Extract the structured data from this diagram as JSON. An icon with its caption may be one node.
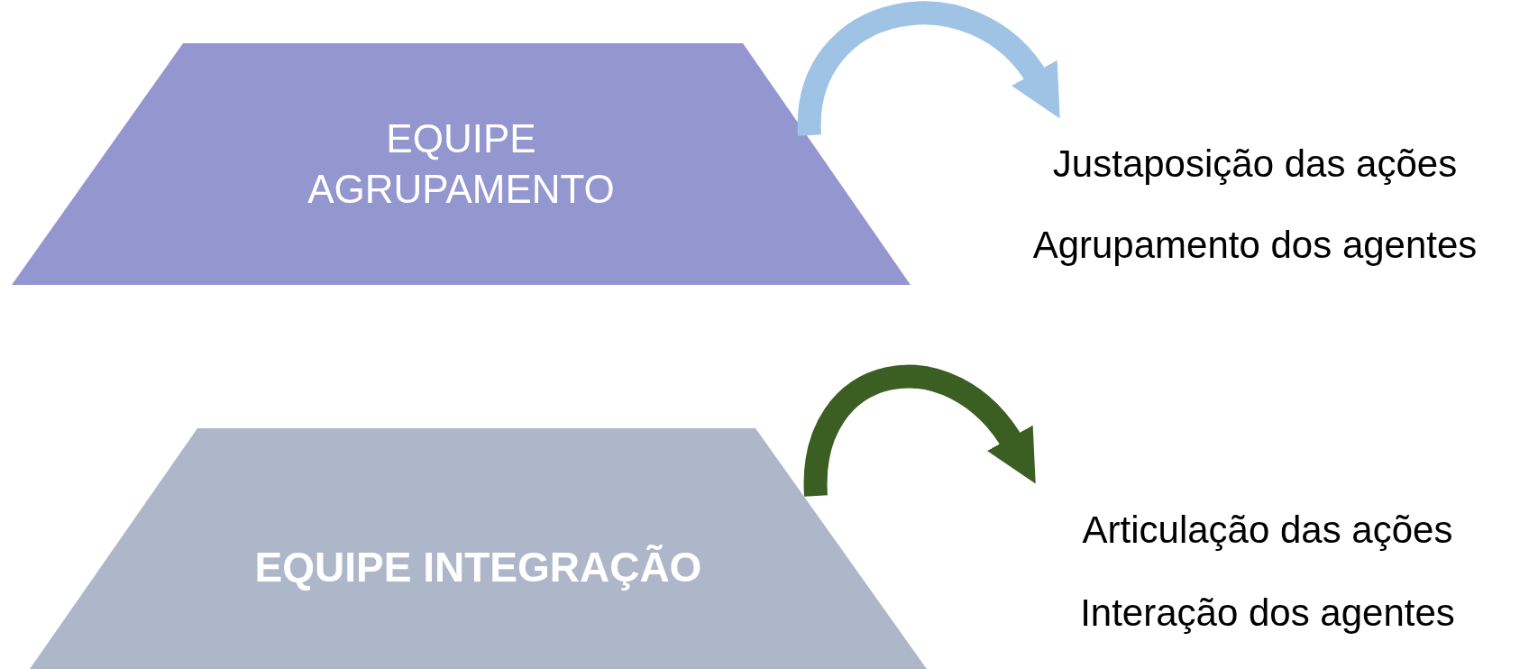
{
  "diagram": {
    "nodes": [
      {
        "text": [
          "EQUIPE AGRUPAMENTO"
        ]
      },
      {
        "text": [
          "Justaposição das ações",
          "Agrupamento dos agentes"
        ]
      },
      {
        "text": [
          "EQUIPE INTEGRAÇÃO"
        ]
      },
      {
        "text": [
          "Articulação das ações",
          "Interação dos agentes"
        ]
      }
    ],
    "edges": [
      {
        "from": 0,
        "to": 1,
        "arrow": "to",
        "color": "#9fc3e4"
      },
      {
        "from": 2,
        "to": 3,
        "arrow": "to",
        "color": "#3b5e23"
      }
    ]
  }
}
